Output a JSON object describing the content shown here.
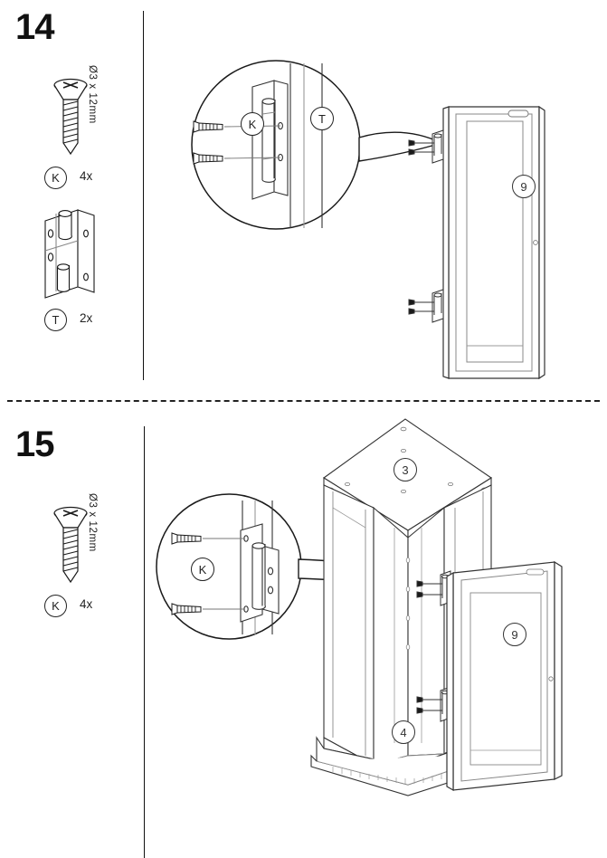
{
  "document": {
    "type": "furniture-assembly-instructions",
    "sheet_orientation": "portrait"
  },
  "steps": [
    {
      "number": "14",
      "parts": [
        {
          "icon": "screw-icon",
          "dimension": "Ø3 x 12mm",
          "code": "K",
          "quantity": "4x"
        },
        {
          "icon": "hinge-icon",
          "dimension": "",
          "code": "T",
          "quantity": "2x"
        }
      ],
      "detail_callouts": [
        {
          "code": "K"
        },
        {
          "code": "T"
        }
      ],
      "assembly_labels": [
        {
          "code": "9"
        }
      ]
    },
    {
      "number": "15",
      "parts": [
        {
          "icon": "screw-icon",
          "dimension": "Ø3 x 12mm",
          "code": "K",
          "quantity": "4x"
        }
      ],
      "detail_callouts": [
        {
          "code": "K"
        }
      ],
      "assembly_labels": [
        {
          "code": "3"
        },
        {
          "code": "9"
        },
        {
          "code": "4"
        }
      ]
    }
  ],
  "colors": {
    "line": "#1a1a1a",
    "detail_line": "#333333",
    "light_line": "#888888",
    "paper": "#ffffff",
    "separator": "#222222"
  }
}
